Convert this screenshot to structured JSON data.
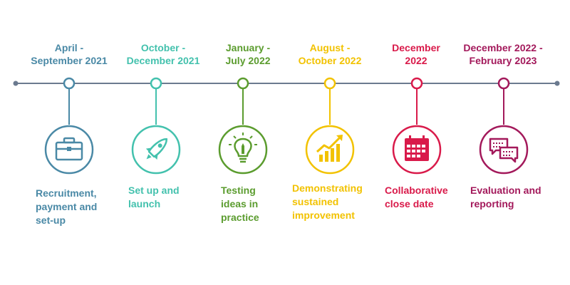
{
  "colors": {
    "axis": "#6b7a8f",
    "stage1": "#4a89a6",
    "stage2": "#43c1ad",
    "stage3": "#5b9c2e",
    "stage4": "#f2c200",
    "stage5": "#d91a4a",
    "stage6": "#a3195b"
  },
  "stages": [
    {
      "date": "April -\nSeptember 2021",
      "description": "Recruitment,\npayment and\nset-up",
      "icon": "briefcase-icon"
    },
    {
      "date": "October -\nDecember 2021",
      "description": "Set up and\nlaunch",
      "icon": "rocket-icon"
    },
    {
      "date": "January -\nJuly 2022",
      "description": "Testing\nideas in\npractice",
      "icon": "lightbulb-icon"
    },
    {
      "date": "August -\nOctober 2022",
      "description": "Demonstrating\nsustained\nimprovement",
      "icon": "growth-chart-icon"
    },
    {
      "date": "December\n2022",
      "description": "Collaborative\nclose date",
      "icon": "calendar-icon"
    },
    {
      "date": "December 2022 -\nFebruary 2023",
      "description": "Evaluation and\nreporting",
      "icon": "chat-bubbles-icon"
    }
  ]
}
